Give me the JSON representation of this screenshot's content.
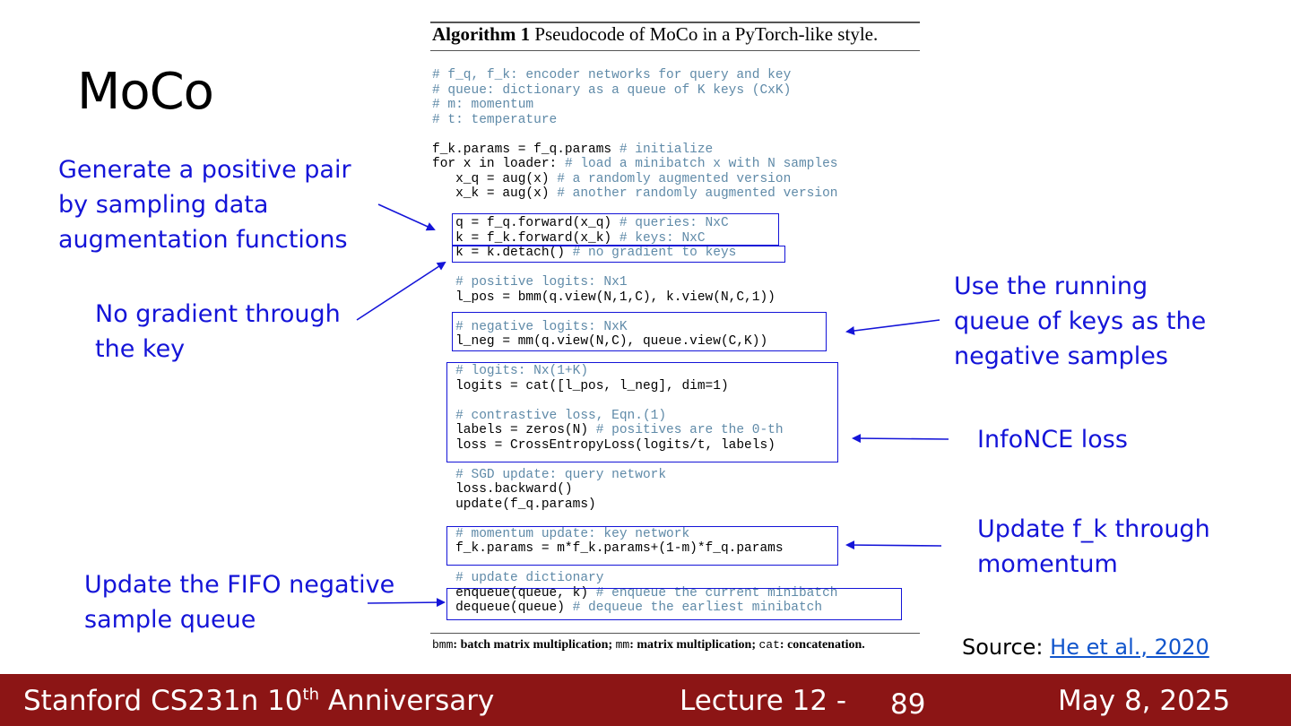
{
  "slide": {
    "title": "MoCo",
    "annotations": {
      "positive_pair": [
        "Generate a positive pair",
        "by sampling data",
        "augmentation functions"
      ],
      "no_gradient": [
        "No gradient through",
        "the key"
      ],
      "running_queue": [
        "Use the running",
        "queue of keys as the",
        "negative samples"
      ],
      "infonce": [
        "InfoNCE loss"
      ],
      "momentum": [
        "Update f_k through",
        "momentum"
      ],
      "fifo": [
        "Update the FIFO negative",
        "sample queue"
      ]
    },
    "source_label": "Source: ",
    "source_link": "He et al., 2020"
  },
  "algorithm": {
    "title_bold": "Algorithm 1",
    "title_rest": " Pseudocode of MoCo in a PyTorch-like style.",
    "lines": [
      {
        "code": "",
        "comment": "# f_q, f_k: encoder networks for query and key"
      },
      {
        "code": "",
        "comment": "# queue: dictionary as a queue of K keys (CxK)"
      },
      {
        "code": "",
        "comment": "# m: momentum"
      },
      {
        "code": "",
        "comment": "# t: temperature"
      },
      {
        "code": "",
        "comment": ""
      },
      {
        "code": "f_k.params = f_q.params ",
        "comment": "# initialize"
      },
      {
        "code": "for x in loader: ",
        "comment": "# load a minibatch x with N samples"
      },
      {
        "code": "   x_q = aug(x) ",
        "comment": "# a randomly augmented version"
      },
      {
        "code": "   x_k = aug(x) ",
        "comment": "# another randomly augmented version"
      },
      {
        "code": "",
        "comment": ""
      },
      {
        "code": "   q = f_q.forward(x_q) ",
        "comment": "# queries: NxC"
      },
      {
        "code": "   k = f_k.forward(x_k) ",
        "comment": "# keys: NxC"
      },
      {
        "code": "   k = k.detach() ",
        "comment": "# no gradient to keys"
      },
      {
        "code": "",
        "comment": ""
      },
      {
        "code": "   ",
        "comment": "# positive logits: Nx1"
      },
      {
        "code": "   l_pos = bmm(q.view(N,1,C), k.view(N,C,1))",
        "comment": ""
      },
      {
        "code": "",
        "comment": ""
      },
      {
        "code": "   ",
        "comment": "# negative logits: NxK"
      },
      {
        "code": "   l_neg = mm(q.view(N,C), queue.view(C,K))",
        "comment": ""
      },
      {
        "code": "",
        "comment": ""
      },
      {
        "code": "   ",
        "comment": "# logits: Nx(1+K)"
      },
      {
        "code": "   logits = cat([l_pos, l_neg], dim=1)",
        "comment": ""
      },
      {
        "code": "",
        "comment": ""
      },
      {
        "code": "   ",
        "comment": "# contrastive loss, Eqn.(1)"
      },
      {
        "code": "   labels = zeros(N) ",
        "comment": "# positives are the 0-th"
      },
      {
        "code": "   loss = CrossEntropyLoss(logits/t, labels)",
        "comment": ""
      },
      {
        "code": "",
        "comment": ""
      },
      {
        "code": "   ",
        "comment": "# SGD update: query network"
      },
      {
        "code": "   loss.backward()",
        "comment": ""
      },
      {
        "code": "   update(f_q.params)",
        "comment": ""
      },
      {
        "code": "",
        "comment": ""
      },
      {
        "code": "   ",
        "comment": "# momentum update: key network"
      },
      {
        "code": "   f_k.params = m*f_k.params+(1-m)*f_q.params",
        "comment": ""
      },
      {
        "code": "",
        "comment": ""
      },
      {
        "code": "   ",
        "comment": "# update dictionary"
      },
      {
        "code": "   enqueue(queue, k) ",
        "comment": "# enqueue the current minibatch"
      },
      {
        "code": "   dequeue(queue) ",
        "comment": "# dequeue the earliest minibatch"
      }
    ],
    "footnote": [
      {
        "mono": "bmm",
        "text": ": batch matrix multiplication; "
      },
      {
        "mono": "mm",
        "text": ": matrix multiplication; "
      },
      {
        "mono": "cat",
        "text": ": concatenation."
      }
    ]
  },
  "footer": {
    "course": "Stanford CS231n 10",
    "course_sup": "th",
    "course_tail": " Anniversary",
    "lecture": "Lecture 12 -",
    "page": "89",
    "date": "May 8, 2025"
  },
  "colors": {
    "annotation": "#1414d8",
    "footer_bg": "#8c1515",
    "comment": "#5f8aa8",
    "link": "#1155cc"
  }
}
